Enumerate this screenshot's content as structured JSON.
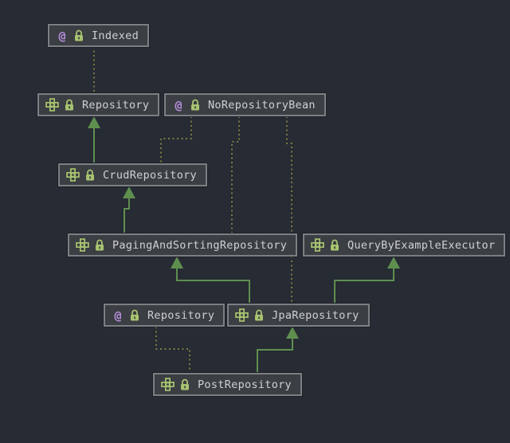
{
  "diagram": {
    "title": "",
    "icons": {
      "annotation": "@"
    },
    "colors": {
      "background": "#272b34",
      "node_fill": "#3b3e42",
      "node_border": "#7c7f83",
      "node_text": "#ced1d6",
      "extends_edge": "#5e8f4f",
      "annotation_edge": "#7b7b3d",
      "annotation_icon": "#b78ede",
      "interface_icon": "#a7c370",
      "lock_icon": "#a7c370"
    },
    "nodes": [
      {
        "id": "indexed",
        "label": "Indexed",
        "kind": "annotation",
        "visibility": "public"
      },
      {
        "id": "repository-interface",
        "label": "Repository",
        "kind": "interface",
        "visibility": "public"
      },
      {
        "id": "no-repository-bean",
        "label": "NoRepositoryBean",
        "kind": "annotation",
        "visibility": "public"
      },
      {
        "id": "crud-repository",
        "label": "CrudRepository",
        "kind": "interface",
        "visibility": "public"
      },
      {
        "id": "paging-and-sorting-repository",
        "label": "PagingAndSortingRepository",
        "kind": "interface",
        "visibility": "public"
      },
      {
        "id": "query-by-example-executor",
        "label": "QueryByExampleExecutor",
        "kind": "interface",
        "visibility": "public"
      },
      {
        "id": "repository-annotation",
        "label": "Repository",
        "kind": "annotation",
        "visibility": "public"
      },
      {
        "id": "jpa-repository",
        "label": "JpaRepository",
        "kind": "interface",
        "visibility": "public"
      },
      {
        "id": "post-repository",
        "label": "PostRepository",
        "kind": "interface",
        "visibility": "public"
      }
    ],
    "edges": [
      {
        "type": "annotated-by",
        "from": "repository-interface",
        "to": "indexed"
      },
      {
        "type": "annotated-by",
        "from": "crud-repository",
        "to": "no-repository-bean"
      },
      {
        "type": "annotated-by",
        "from": "paging-and-sorting-repository",
        "to": "no-repository-bean"
      },
      {
        "type": "annotated-by",
        "from": "jpa-repository",
        "to": "no-repository-bean"
      },
      {
        "type": "annotated-by",
        "from": "post-repository",
        "to": "repository-annotation"
      },
      {
        "type": "extends",
        "from": "crud-repository",
        "to": "repository-interface"
      },
      {
        "type": "extends",
        "from": "paging-and-sorting-repository",
        "to": "crud-repository"
      },
      {
        "type": "extends",
        "from": "jpa-repository",
        "to": "paging-and-sorting-repository"
      },
      {
        "type": "extends",
        "from": "jpa-repository",
        "to": "query-by-example-executor"
      },
      {
        "type": "extends",
        "from": "post-repository",
        "to": "jpa-repository"
      }
    ]
  }
}
